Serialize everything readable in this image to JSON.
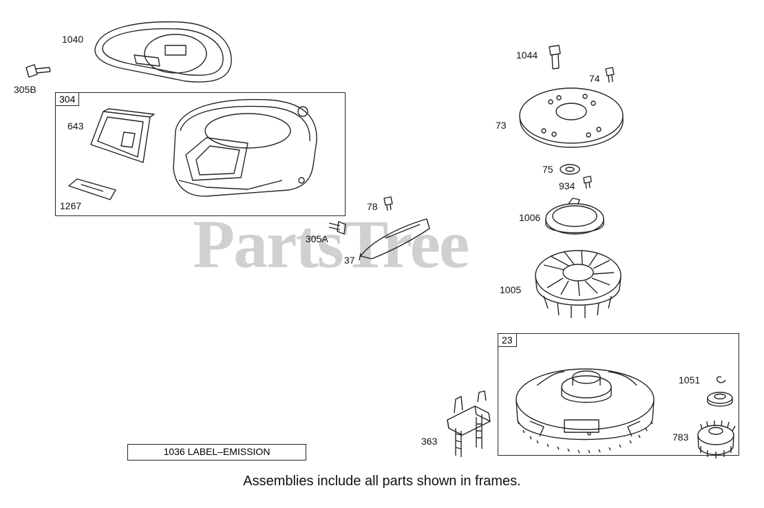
{
  "watermark": "PartsTree",
  "frames": [
    {
      "id": "frame-304",
      "tag": "304"
    },
    {
      "id": "frame-23",
      "tag": "23"
    }
  ],
  "callouts": {
    "p1040": "1040",
    "p305b": "305B",
    "p643": "643",
    "p1267": "1267",
    "p78": "78",
    "p305a": "305A",
    "p37": "37",
    "p1044": "1044",
    "p74": "74",
    "p73": "73",
    "p75": "75",
    "p934": "934",
    "p1006": "1006",
    "p1005": "1005",
    "p1051": "1051",
    "p363": "363",
    "p783": "783"
  },
  "emission_label": "1036 LABEL–EMISSION",
  "caption": "Assemblies include all parts shown in frames."
}
